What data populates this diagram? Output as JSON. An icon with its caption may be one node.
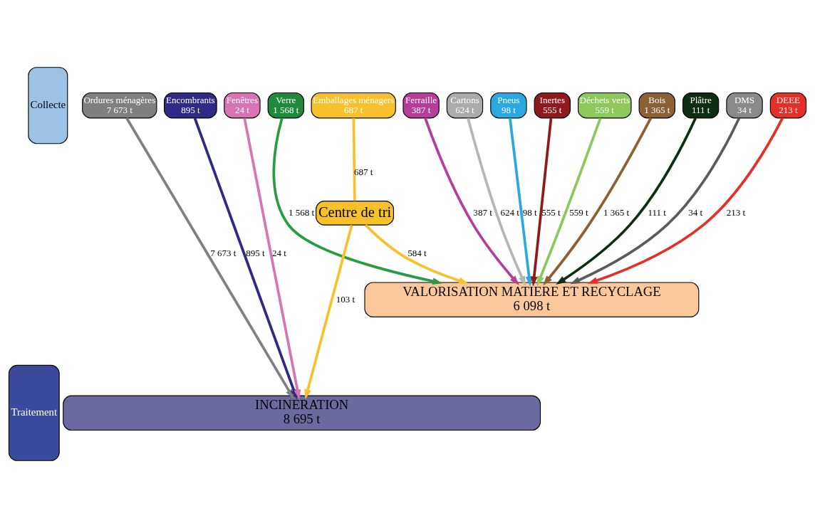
{
  "diagram": {
    "nodes": [
      {
        "text": [
          "Collecte"
        ]
      },
      {
        "text": [
          "Traitement"
        ]
      },
      {
        "text": [
          "Ordures ménagères",
          "7 673 t"
        ]
      },
      {
        "text": [
          "Encombrants",
          "895 t"
        ]
      },
      {
        "text": [
          "Fenêtres",
          "24 t"
        ]
      },
      {
        "text": [
          "Verre",
          "1 568 t"
        ]
      },
      {
        "text": [
          "Emballages ménagers",
          "687 t"
        ]
      },
      {
        "text": [
          "Ferraille",
          "387 t"
        ]
      },
      {
        "text": [
          "Cartons",
          "624 t"
        ]
      },
      {
        "text": [
          "Pneus",
          "98 t"
        ]
      },
      {
        "text": [
          "Inertes",
          "555 t"
        ]
      },
      {
        "text": [
          "Déchets verts",
          "559 t"
        ]
      },
      {
        "text": [
          "Bois",
          "1 365 t"
        ]
      },
      {
        "text": [
          "Plâtre",
          "111 t"
        ]
      },
      {
        "text": [
          "DMS",
          "34 t"
        ]
      },
      {
        "text": [
          "DEEE",
          "213 t"
        ]
      },
      {
        "text": [
          "Centre de tri"
        ]
      },
      {
        "text": [
          "VALORISATION MATIERE ET RECYCLAGE",
          "6 098 t"
        ]
      },
      {
        "text": [
          "INCINERATION",
          "8 695 t"
        ]
      }
    ],
    "edges": [
      {
        "from": 2,
        "to": 18,
        "arrow": "to",
        "label": "7 673 t",
        "color": "#808080"
      },
      {
        "from": 3,
        "to": 18,
        "arrow": "to",
        "label": "895 t",
        "color": "#2e2a85"
      },
      {
        "from": 4,
        "to": 18,
        "arrow": "to",
        "label": "24 t",
        "color": "#d774b3"
      },
      {
        "from": 5,
        "to": 17,
        "arrow": "to",
        "label": "1 568 t",
        "color": "#2a9a44"
      },
      {
        "from": 6,
        "to": 16,
        "arrow": "none",
        "label": "687 t",
        "color": "#f6c12a"
      },
      {
        "from": 16,
        "to": 17,
        "arrow": "to",
        "label": "584 t",
        "color": "#f6c12a"
      },
      {
        "from": 16,
        "to": 18,
        "arrow": "to",
        "label": "103 t",
        "color": "#f6c12a"
      },
      {
        "from": 7,
        "to": 17,
        "arrow": "to",
        "label": "387 t",
        "color": "#b63d9a"
      },
      {
        "from": 8,
        "to": 17,
        "arrow": "to",
        "label": "624 t",
        "color": "#b4b6b8"
      },
      {
        "from": 9,
        "to": 17,
        "arrow": "to",
        "label": "98 t",
        "color": "#29a9e0"
      },
      {
        "from": 10,
        "to": 17,
        "arrow": "to",
        "label": "555 t",
        "color": "#8e1a1e"
      },
      {
        "from": 11,
        "to": 17,
        "arrow": "to",
        "label": "559 t",
        "color": "#8cc85c"
      },
      {
        "from": 12,
        "to": 17,
        "arrow": "to",
        "label": "1 365 t",
        "color": "#8c5f35"
      },
      {
        "from": 13,
        "to": 17,
        "arrow": "to",
        "label": "111 t",
        "color": "#0e2e12"
      },
      {
        "from": 14,
        "to": 17,
        "arrow": "to",
        "label": "34 t",
        "color": "#5a5b5d"
      },
      {
        "from": 15,
        "to": 17,
        "arrow": "to",
        "label": "213 t",
        "color": "#e5302a"
      }
    ]
  }
}
